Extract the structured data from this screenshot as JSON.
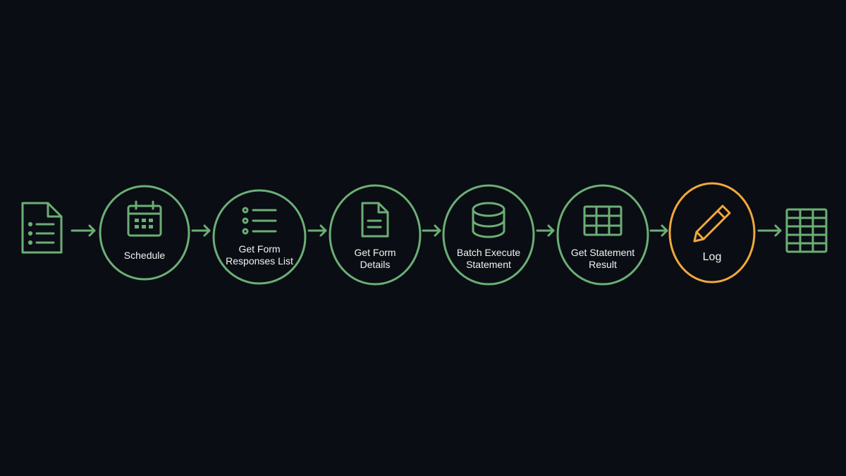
{
  "colors": {
    "background": "#0a0d13",
    "step": "#6cae76",
    "highlight": "#f0a83c",
    "text": "#f2f4f2"
  },
  "workflow": {
    "source_icon": "document-list-icon",
    "target_icon": "spreadsheet-icon",
    "steps": [
      {
        "icon": "calendar-icon",
        "label_lines": [
          "Schedule"
        ],
        "highlight": false
      },
      {
        "icon": "list-icon",
        "label_lines": [
          "Get Form",
          "Responses List"
        ],
        "highlight": false
      },
      {
        "icon": "document-icon",
        "label_lines": [
          "Get Form",
          "Details"
        ],
        "highlight": false
      },
      {
        "icon": "database-icon",
        "label_lines": [
          "Batch Execute",
          "Statement"
        ],
        "highlight": false
      },
      {
        "icon": "table-icon",
        "label_lines": [
          "Get Statement",
          "Result"
        ],
        "highlight": false
      },
      {
        "icon": "pencil-icon",
        "label_lines": [
          "Log"
        ],
        "highlight": true
      }
    ]
  }
}
